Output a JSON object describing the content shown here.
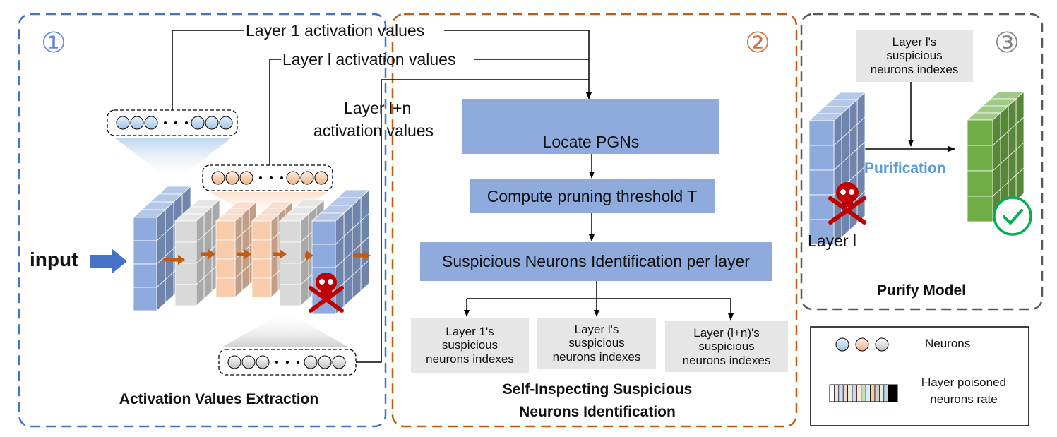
{
  "panel1": {
    "number": "①",
    "title": "Activation Values Extraction",
    "input_label": "input",
    "layer1_label": "Layer 1 activation values",
    "layerl_label": "Layer l activation values",
    "layerln_line1": "Layer l+n",
    "layerln_line2": "activation values"
  },
  "panel2": {
    "number": "②",
    "title_line1": "Self-Inspecting Suspicious",
    "title_line2": "Neurons Identification",
    "locate": "Locate PGNs",
    "threshold": "Compute pruning threshold T",
    "identify": "Suspicious Neurons Identification per layer",
    "out1": [
      "Layer 1's",
      "suspicious",
      "neurons indexes"
    ],
    "out2": [
      "Layer l's",
      "suspicious",
      "neurons indexes"
    ],
    "out3": [
      "Layer (l+n)'s",
      "suspicious",
      "neurons indexes"
    ]
  },
  "panel3": {
    "number": "③",
    "title": "Purify Model",
    "input_box": [
      "Layer l's",
      "suspicious",
      "neurons indexes"
    ],
    "action": "Purification",
    "layer_label": "Layer l"
  },
  "legend": {
    "neurons": "Neurons",
    "rate_line1": "l-layer poisoned",
    "rate_line2": "neurons rate"
  },
  "colors": {
    "panel1_border": "#4472c4",
    "panel2_border": "#c55a11",
    "panel3_border": "#595959",
    "process_box": "#8faadc",
    "output_box": "#e7e6e6",
    "purification_text": "#5b9bd5",
    "cube_blue": "#8faadc",
    "cube_grey": "#d9d9d9",
    "cube_orange": "#f8cbad",
    "cube_green": "#70ad47",
    "poison_red": "#c00000",
    "check_green": "#00b050"
  }
}
